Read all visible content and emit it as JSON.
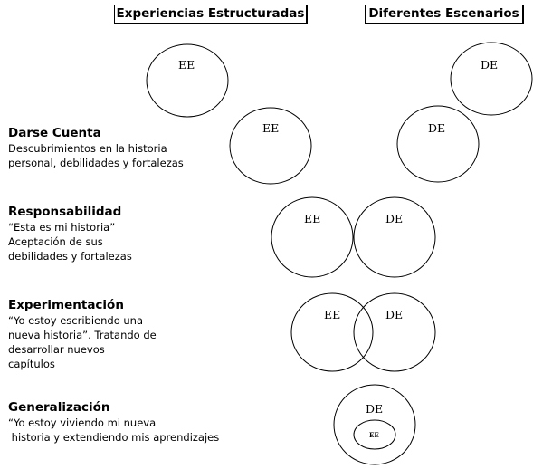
{
  "headers": {
    "left": "Experiencias Estructuradas",
    "right": "Diferentes Escenarios"
  },
  "circle_labels": {
    "ee": "EE",
    "de": "DE"
  },
  "stages": [
    {
      "title": "Darse Cuenta",
      "lines": [
        "Descubrimientos en la historia",
        "personal, debilidades y fortalezas"
      ]
    },
    {
      "title": "Responsabilidad",
      "lines": [
        "“Esta es mi historia”",
        "Aceptación de sus",
        "debilidades y fortalezas"
      ]
    },
    {
      "title": "Experimentación",
      "lines": [
        "“Yo estoy escribiendo una",
        "nueva historia”. Tratando de",
        "desarrollar nuevos",
        "capítulos"
      ]
    },
    {
      "title": "Generalización",
      "lines": [
        "“Yo estoy viviendo mi nueva",
        " historia y extendiendo mis aprendizajes"
      ]
    }
  ]
}
